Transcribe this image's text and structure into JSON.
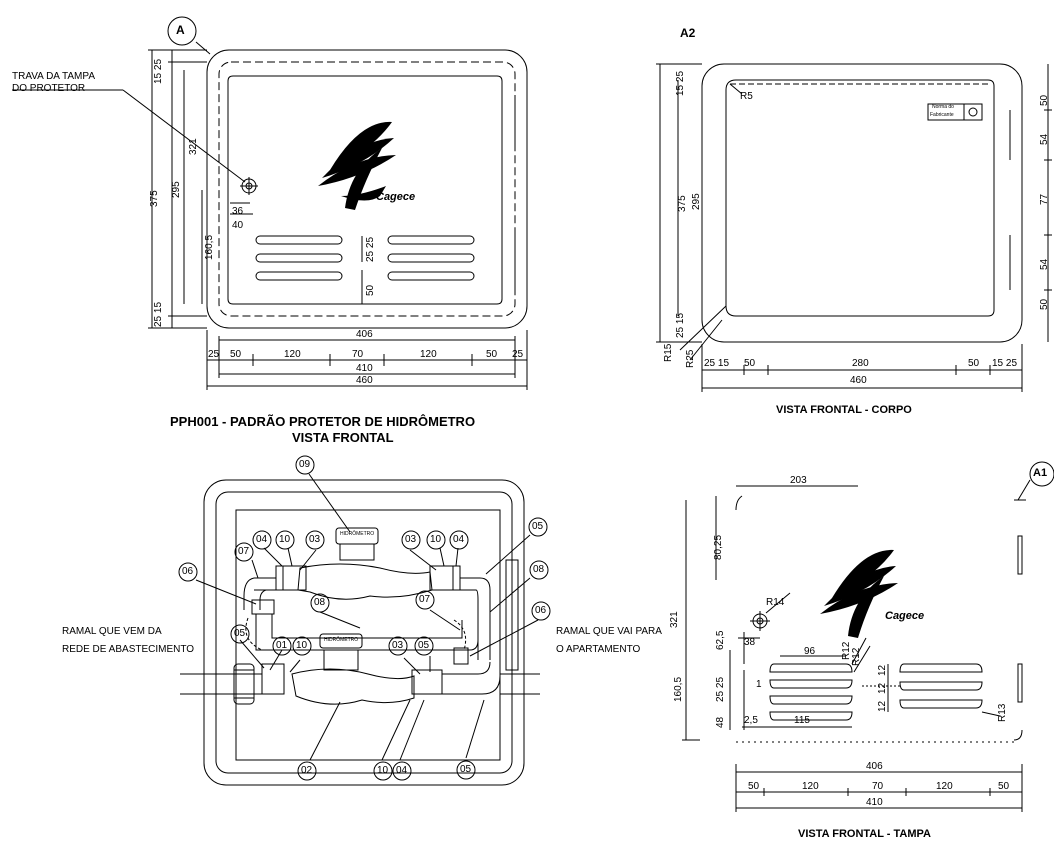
{
  "views": {
    "main": {
      "title": "PPH001 - PADRÃO PROTETOR DE HIDRÔMETRO",
      "subtitle": "VISTA FRONTAL",
      "bubble": "A",
      "note_line1": "TRAVA DA TAMPA",
      "note_line2": "DO PROTETOR",
      "logo_text": "Cagece",
      "dims": {
        "w406": "406",
        "w410": "410",
        "w460": "460",
        "d25a": "25",
        "d50a": "50",
        "d120a": "120",
        "d70": "70",
        "d120b": "120",
        "d50b": "50",
        "d25b": "25",
        "h375": "375",
        "h295": "295",
        "h321": "321",
        "h160": "160,5",
        "h15top": "15 25",
        "h25bot": "25 15",
        "d36": "36",
        "d40": "40",
        "v25": "25 25",
        "v50": "50"
      }
    },
    "body": {
      "title": "VISTA FRONTAL - CORPO",
      "bubble": "A2",
      "plate_line1": "Norma do",
      "plate_line2": "Fabricante",
      "dims": {
        "h375": "375",
        "h295": "295",
        "h15top": "15 25",
        "h25bot": "25 15",
        "r5": "R5",
        "r15": "R15",
        "r25": "R25",
        "b2515": "25 15",
        "b50": "50",
        "b280": "280",
        "b50b": "50",
        "b1525": "15 25",
        "b460": "460",
        "s50a": "50",
        "s54a": "54",
        "s77": "77",
        "s54b": "54",
        "s50b": "50"
      }
    },
    "install": {
      "left_label_1": "RAMAL QUE VEM DA",
      "left_label_2": "REDE DE ABASTECIMENTO",
      "right_label_1": "RAMAL QUE VAI PARA",
      "right_label_2": "O APARTAMENTO",
      "meter_label": "HIDRÔMETRO",
      "callouts": {
        "c09": "09",
        "c04a": "04",
        "c10a": "10",
        "c03a": "03",
        "c03b": "03",
        "c10b": "10",
        "c04b": "04",
        "c05a": "05",
        "c07a": "07",
        "c06a": "06",
        "c08a": "08",
        "c08b": "08",
        "c07b": "07",
        "c06b": "06",
        "c05b": "05",
        "c01": "01",
        "c10c": "10",
        "c03c": "03",
        "c05c": "05",
        "c02": "02",
        "c10d": "10",
        "c04c": "04",
        "c05d": "05"
      }
    },
    "lid": {
      "title": "VISTA FRONTAL - TAMPA",
      "bubble": "A1",
      "logo_text": "Cagece",
      "dims": {
        "d203": "203",
        "h80": "80,25",
        "h321": "321",
        "r14": "R14",
        "d38": "38",
        "h62": "62,5",
        "h160": "160,5",
        "h25": "25 25",
        "h48": "48",
        "d96": "96",
        "r12a": "R12",
        "r12b": "R12",
        "d12a": "12",
        "d12b": "12",
        "d12c": "12",
        "d1": "1",
        "d25": "2,5",
        "d115": "115",
        "r13": "R13",
        "w406": "406",
        "w410": "410",
        "b50a": "50",
        "b120a": "120",
        "b70": "70",
        "b120b": "120",
        "b50b": "50"
      }
    }
  }
}
